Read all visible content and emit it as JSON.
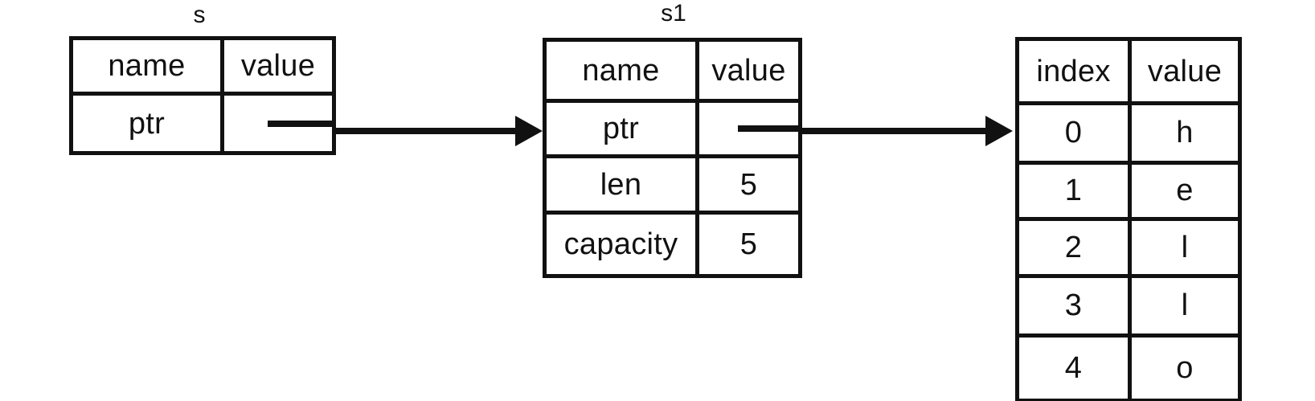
{
  "diagram": {
    "title": "rust-string-pointer-memory-layout",
    "background": "#ffffff",
    "ink": "#111111"
  },
  "tables": {
    "s": {
      "title": "s",
      "headers": {
        "left": "name",
        "right": "value"
      },
      "rows": [
        {
          "name": "ptr",
          "value": ""
        }
      ]
    },
    "s1": {
      "title": "s1",
      "headers": {
        "left": "name",
        "right": "value"
      },
      "rows": [
        {
          "name": "ptr",
          "value": ""
        },
        {
          "name": "len",
          "value": "5"
        },
        {
          "name": "capacity",
          "value": "5"
        }
      ]
    },
    "buffer": {
      "title": "",
      "headers": {
        "left": "index",
        "right": "value"
      },
      "rows": [
        {
          "index": "0",
          "value": "h"
        },
        {
          "index": "1",
          "value": "e"
        },
        {
          "index": "2",
          "value": "l"
        },
        {
          "index": "3",
          "value": "l"
        },
        {
          "index": "4",
          "value": "o"
        }
      ]
    }
  },
  "arrows": [
    {
      "name": "s-ptr-to-s1",
      "from": "s.ptr",
      "to": "s1"
    },
    {
      "name": "s1-ptr-to-buffer",
      "from": "s1.ptr",
      "to": "buffer"
    }
  ]
}
